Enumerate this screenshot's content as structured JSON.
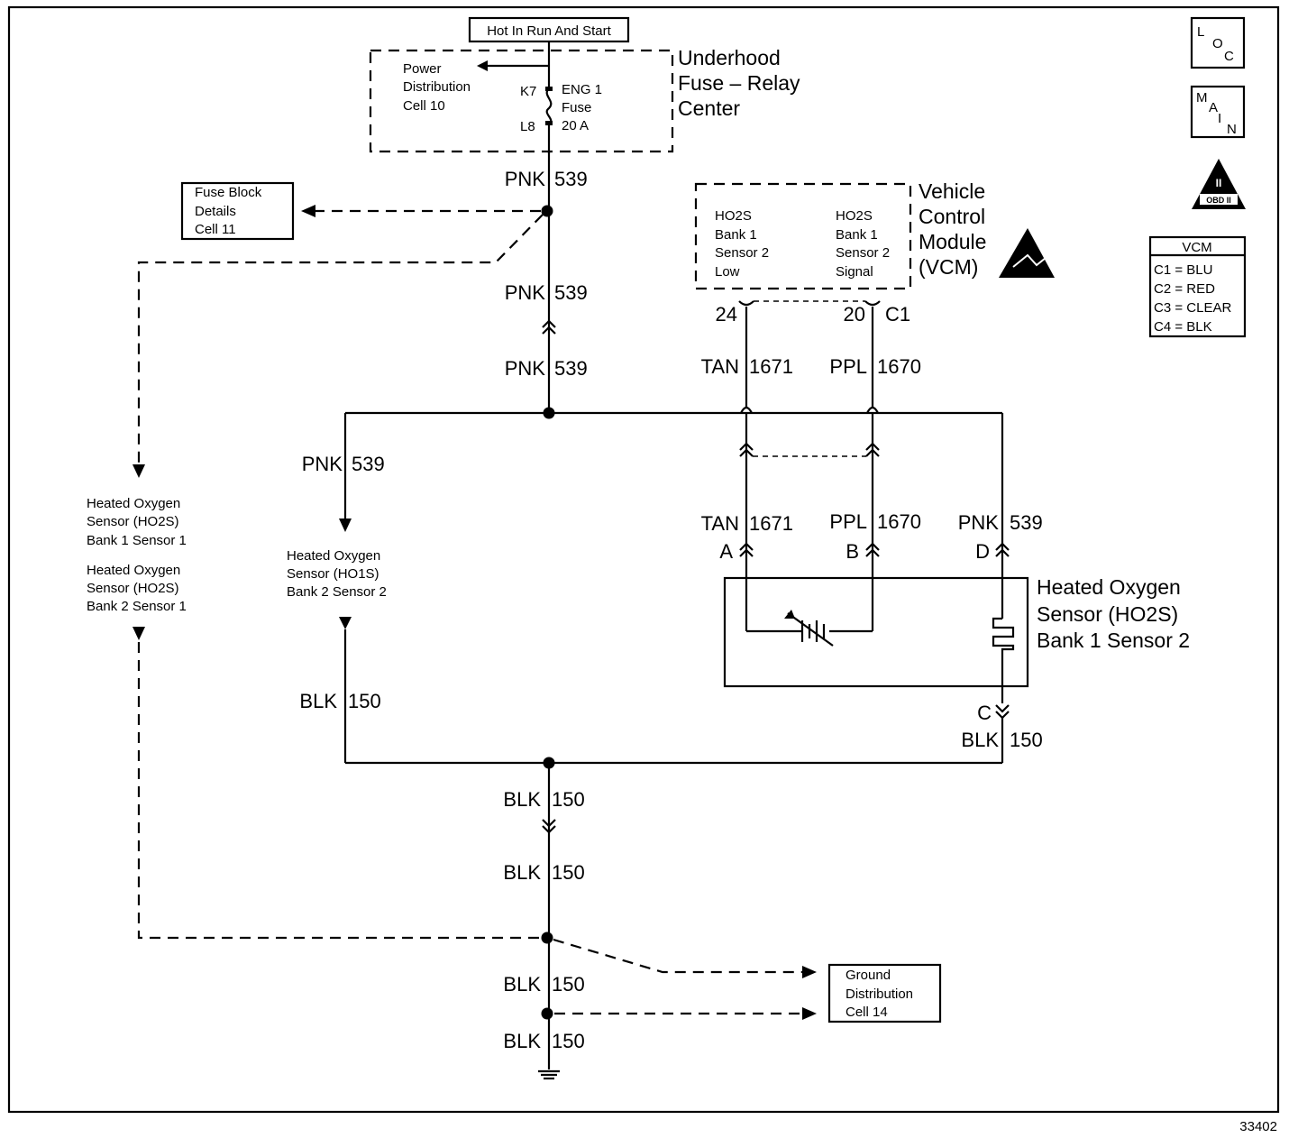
{
  "labels": {
    "hot_in_run": "Hot In Run And Start",
    "underhood": [
      "Underhood",
      "Fuse – Relay",
      "Center"
    ],
    "power_dist": [
      "Power",
      "Distribution",
      "Cell 10"
    ],
    "k7": "K7",
    "l8": "L8",
    "eng1_fuse": [
      "ENG 1",
      "Fuse",
      "20 A"
    ],
    "fuse_block": [
      "Fuse Block",
      "Details",
      "Cell 11"
    ],
    "vcm": [
      "Vehicle",
      "Control",
      "Module",
      "(VCM)"
    ],
    "vcm_pin24": [
      "HO2S",
      "Bank 1",
      "Sensor 2",
      "Low"
    ],
    "vcm_pin20": [
      "HO2S",
      "Bank 1",
      "Sensor 2",
      "Signal"
    ],
    "pin24": "24",
    "pin20": "20",
    "c1": "C1",
    "ho2s_b1s1": [
      "Heated Oxygen",
      "Sensor (HO2S)",
      "Bank 1 Sensor 1"
    ],
    "ho2s_b2s1": [
      "Heated Oxygen",
      "Sensor (HO2S)",
      "Bank 2 Sensor 1"
    ],
    "ho1s_b2s2": [
      "Heated Oxygen",
      "Sensor (HO1S)",
      "Bank 2 Sensor 2"
    ],
    "ho2s_b1s2": [
      "Heated Oxygen",
      "Sensor (HO2S)",
      "Bank 1 Sensor 2"
    ],
    "pin_a": "A",
    "pin_b": "B",
    "pin_c": "C",
    "pin_d": "D",
    "ground_dist": [
      "Ground",
      "Distribution",
      "Cell 14"
    ],
    "loc": [
      "L",
      "O",
      "C"
    ],
    "main": [
      "M",
      "A",
      "I",
      "N"
    ],
    "obd": [
      "II",
      "OBD II"
    ],
    "vcm_legend_title": "VCM",
    "vcm_legend": [
      "C1 = BLU",
      "C2 = RED",
      "C3 = CLEAR",
      "C4 = BLK"
    ],
    "figure_id": "33402"
  },
  "wires": {
    "pnk_color": "PNK",
    "pnk_circuit": "539",
    "tan_color": "TAN",
    "tan_circuit": "1671",
    "ppl_color": "PPL",
    "ppl_circuit": "1670",
    "blk_color": "BLK",
    "blk_circuit": "150"
  }
}
